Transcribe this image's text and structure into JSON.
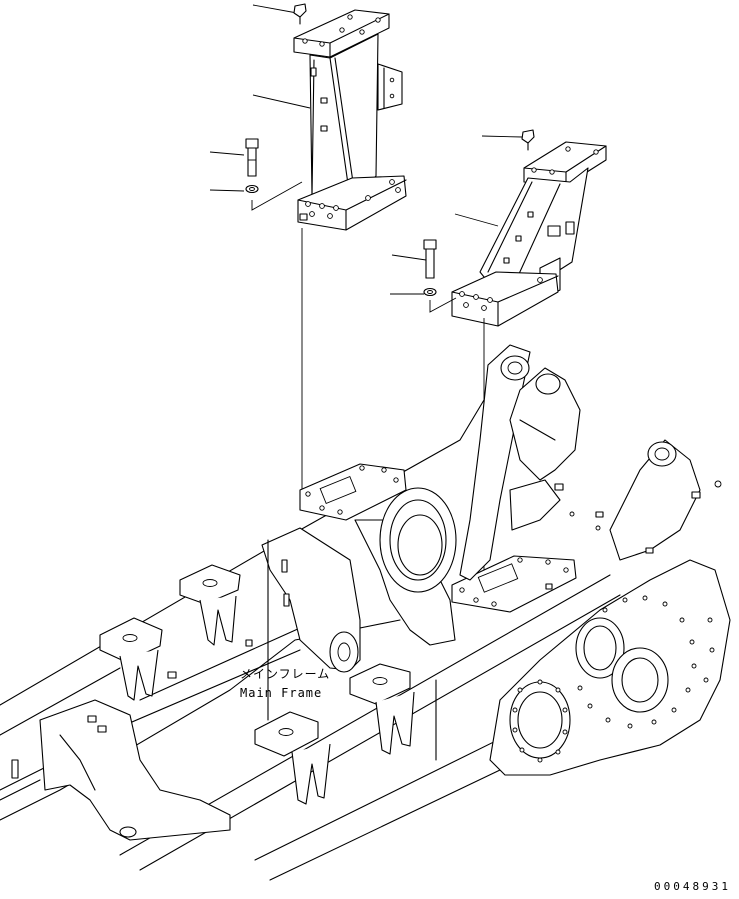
{
  "annotation": {
    "part_label_jp": "メインフレーム",
    "part_label_en": "Main Frame"
  },
  "drawing_number": "00048931",
  "colors": {
    "line": "#000000",
    "background": "#ffffff"
  }
}
